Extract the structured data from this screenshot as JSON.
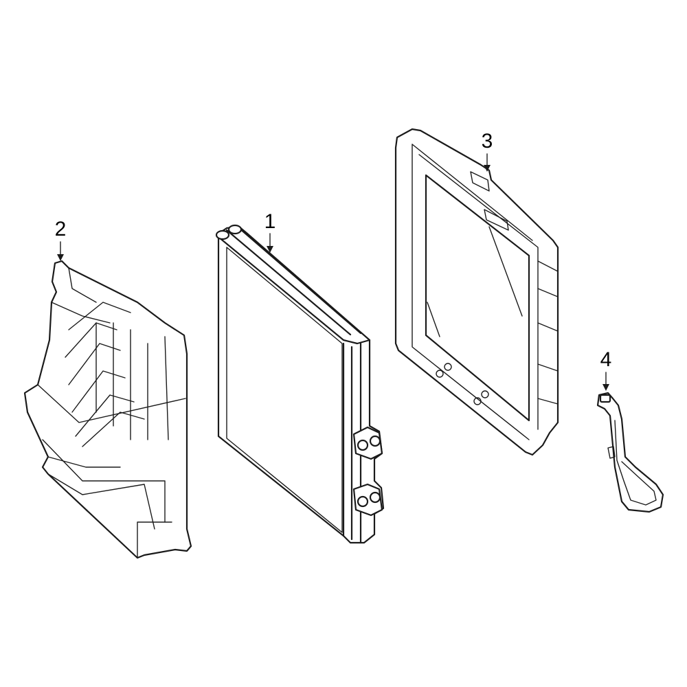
{
  "diagram": {
    "callouts": [
      {
        "id": "1",
        "label": "1"
      },
      {
        "id": "2",
        "label": "2"
      },
      {
        "id": "3",
        "label": "3"
      },
      {
        "id": "4",
        "label": "4"
      }
    ],
    "colors": {
      "highlight": "#3558c0",
      "line": "#1a1a1a",
      "background": "#ffffff"
    }
  }
}
